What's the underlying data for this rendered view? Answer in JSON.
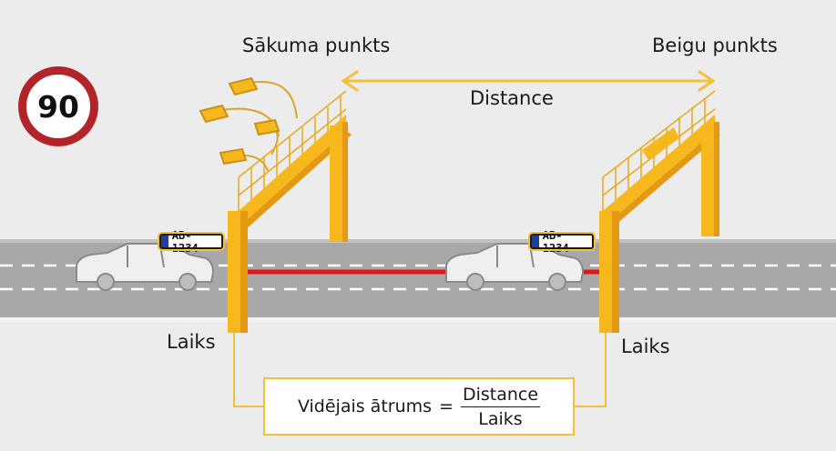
{
  "speed_limit": "90",
  "start_label": "Sākuma punkts",
  "end_label": "Beigu punkts",
  "distance_label": "Distance",
  "time_label_left": "Laiks",
  "time_label_right": "Laiks",
  "plate_left": "AB-1234",
  "plate_right": "AB-1234",
  "formula": {
    "left": "Vidējais ātrums",
    "equals": "=",
    "numerator": "Distance",
    "denominator": "Laiks"
  },
  "colors": {
    "gantry": "#f6b81c",
    "measure_line": "#e0161b",
    "sign_border": "#b3242a",
    "connector": "#f2c13a",
    "road": "#a9a9a9"
  },
  "icons": [
    "speed-limit-sign",
    "car-icon",
    "camera-icon",
    "gantry-icon"
  ]
}
